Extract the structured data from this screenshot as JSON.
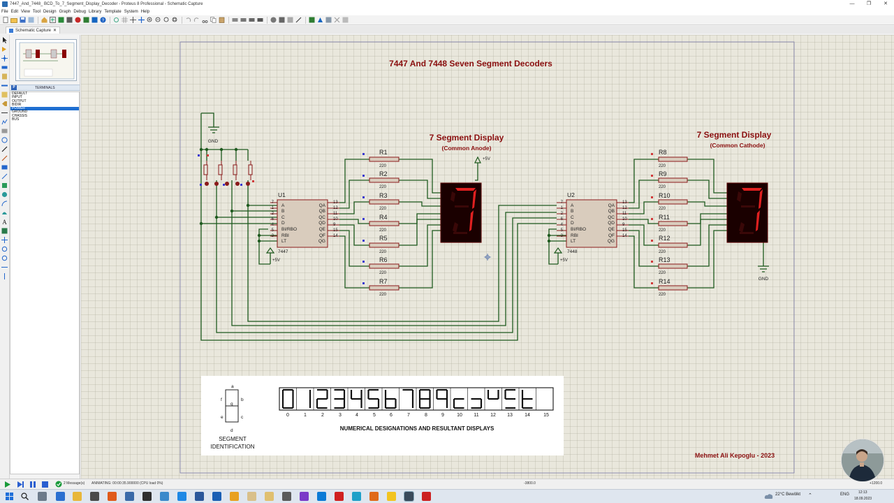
{
  "window": {
    "title": "7447_And_7448_ BCD_To_7_Segment_Display_Decoder - Proteus 8 Professional - Schematic Capture",
    "controls": [
      "—",
      "❐",
      "✕"
    ]
  },
  "menu": [
    "File",
    "Edit",
    "View",
    "Tool",
    "Design",
    "Graph",
    "Debug",
    "Library",
    "Template",
    "System",
    "Help"
  ],
  "tab": {
    "label": "Schematic Capture",
    "close": "✕"
  },
  "devices": {
    "mode_button": "P",
    "header": "TERMINALS",
    "items": [
      "DEFAULT",
      "INPUT",
      "OUTPUT",
      "BIDIR",
      "POWER",
      "GROUND",
      "CHASSIS",
      "BUS"
    ],
    "selected": "POWER"
  },
  "schematic": {
    "title": "7447 And 7448 Seven Segment Decoders",
    "display_left_title": "7 Segment Display",
    "display_left_sub": "(Common Anode)",
    "display_right_title": "7 Segment Display",
    "display_right_sub": "(Common Cathode)",
    "gnd_label": "GND",
    "gnd_label_right": "GND",
    "vcc_label": "+5V",
    "display_digit": "7",
    "author": "Mehmet Ali Kepoglu - 2023",
    "u1": {
      "ref": "U1",
      "part": "7447",
      "in_labels": [
        "A",
        "B",
        "C",
        "D",
        "BI/RBO",
        "RBI",
        "LT"
      ],
      "in_pins": [
        "7",
        "1",
        "2",
        "6",
        "4",
        "5",
        "3"
      ],
      "out_labels": [
        "QA",
        "QB",
        "QC",
        "QD",
        "QE",
        "QF",
        "QG"
      ],
      "out_pins": [
        "13",
        "12",
        "11",
        "10",
        "9",
        "15",
        "14"
      ]
    },
    "u2": {
      "ref": "U2",
      "part": "7448",
      "in_labels": [
        "A",
        "B",
        "C",
        "D",
        "BI/RBO",
        "RBI",
        "LT"
      ],
      "in_pins": [
        "7",
        "1",
        "2",
        "6",
        "4",
        "5",
        "3"
      ],
      "out_labels": [
        "QA",
        "QB",
        "QC",
        "QD",
        "QE",
        "QF",
        "QG"
      ],
      "out_pins": [
        "13",
        "12",
        "11",
        "10",
        "9",
        "15",
        "14"
      ]
    },
    "resistors_left": [
      "R1",
      "R2",
      "R3",
      "R4",
      "R5",
      "R6",
      "R7"
    ],
    "resistors_right": [
      "R8",
      "R9",
      "R10",
      "R11",
      "R12",
      "R13",
      "R14"
    ],
    "resistor_value": "220",
    "reference": {
      "segment_letters": [
        "a",
        "b",
        "c",
        "d",
        "e",
        "f",
        "g"
      ],
      "segment_caption_1": "SEGMENT",
      "segment_caption_2": "IDENTIFICATION",
      "numbers": [
        "0",
        "1",
        "2",
        "3",
        "4",
        "5",
        "6",
        "7",
        "8",
        "9",
        "10",
        "11",
        "12",
        "13",
        "14",
        "15"
      ],
      "caption": "NUMERICAL DESIGNATIONS AND RESULTANT DISPLAYS"
    }
  },
  "status": {
    "messages": "2 Message(s)",
    "animating": "ANIMATING: 00:00:35.900000 (CPU load 0%)",
    "coord_x": "-3800.0",
    "coord_y": "+1200.0"
  },
  "taskbar": {
    "weather": "22°C  Bewölkt",
    "lang": "ENG",
    "time": "12:13",
    "date": "18.09.2023"
  },
  "colors": {
    "wire": "#1e5a1e",
    "component": "#8a1a1a",
    "component_fill": "#ddd0c0",
    "title_text": "#8b1010",
    "display_bg": "#1a0000",
    "segment_on": "#e02020",
    "segment_off": "#3a0808"
  }
}
